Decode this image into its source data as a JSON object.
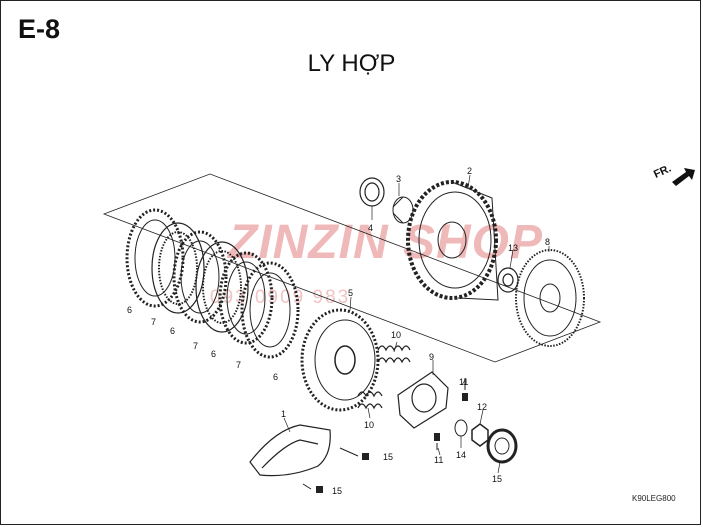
{
  "page": {
    "code": "E-8",
    "title": "LY HỢP",
    "direction_label": "FR.",
    "drawing_ref": "K90LEG800"
  },
  "watermark": {
    "brand": "ZINZIN SHOP",
    "phone": "093 0909 983"
  },
  "callouts": [
    "1",
    "2",
    "3",
    "4",
    "5",
    "6",
    "6",
    "6",
    "6",
    "7",
    "7",
    "7",
    "8",
    "9",
    "10",
    "10",
    "11",
    "11",
    "12",
    "13",
    "14",
    "15",
    "15",
    "15"
  ],
  "colors": {
    "ink": "#111111",
    "watermark": "#f0b9b9",
    "background": "#ffffff"
  }
}
